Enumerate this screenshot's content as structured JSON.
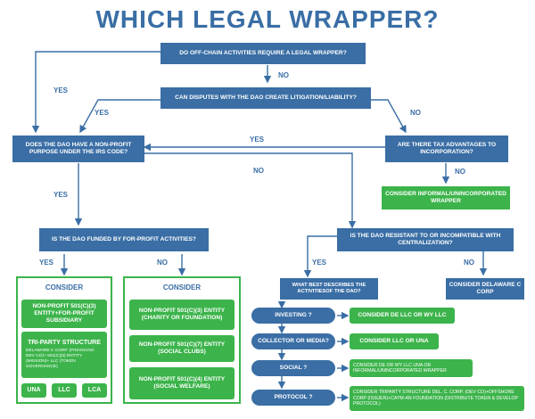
{
  "title": "WHICH LEGAL WRAPPER?",
  "colors": {
    "primary_blue": "#3a6ea5",
    "green": "#3cb44b",
    "title_blue": "#3a6ea5",
    "label_text": "#3a6ea5"
  },
  "nodes": {
    "q_offchain": "DO OFF-CHAIN ACTIVITIES REQUIRE A LEGAL WRAPPER?",
    "q_disputes": "CAN DISPUTES WITH THE DAO CREATE LITIGATION/LIABILITY?",
    "q_nonprofit": "DOES THE DAO HAVE A NON-PROFIT PURPOSE UNDER THE IRS CODE?",
    "q_tax": "ARE THERE TAX ADVANTAGES TO INCORPORATION?",
    "r_informal": "CONSIDER INFORMAL/UNINCORPORATED WRAPPER",
    "q_forprofit": "IS THE DAO FUNDED BY FOR-PROFIT ACTIVITIES?",
    "q_resistant": "IS THE DAO RESISTANT TO OR INCOMPATIBLE WITH CENTRALIZATION?",
    "q_activities": "WHAT BEST DESCRIBES THE ACTIVITIESOF THE DAO?",
    "r_delaware": "CONSIDER DELAWARE C CORP"
  },
  "edge_labels": {
    "no_offchain": "NO",
    "yes_offchain": "YES",
    "yes_disputes": "YES",
    "no_disputes": "NO",
    "yes_tax": "YES",
    "no_tax": "NO",
    "no_nonprofit": "NO",
    "yes_nonprofit": "YES",
    "yes_forprofit": "YES",
    "no_forprofit": "NO",
    "yes_resistant": "YES",
    "no_resistant": "NO"
  },
  "left_panel": {
    "heading": "CONSIDER",
    "subsidiary": "NON-PROFIT 501(C)(3) ENTITY+FOR-PROFIT SUBSIDIARY",
    "tri_title": "TRI-PARTY STRUCTURE",
    "tri_body": "DELAWARE C CORP. (FINANCING DEV CO)+ 501(C)(3) ENTITY (MISSION)+ LLC (TOKEN GOVERNANCE)",
    "options": [
      "UNA",
      "LLC",
      "LCA"
    ]
  },
  "mid_panel": {
    "heading": "CONSIDER",
    "items": [
      "NON-PROFIT 501(C)(3) ENTITY (CHARITY OR FOUNDATION)",
      "NON-PROFIT 501(C)(7) ENTITY (SOCIAL CLUBS)",
      "NON-PROFIT 501(C)(4) ENTITY (SOCIAL WELFARE)"
    ]
  },
  "activities": [
    {
      "label": "INVESTING ?",
      "result": "CONSIDER DE LLC OR WY LLC"
    },
    {
      "label": "COLLECTOR OR MEDIA?",
      "result": "CONSIDER LLC OR UNA"
    },
    {
      "label": "SOCIAL ?",
      "result": "CONSIDER DE OR WY LLC UNA OR INFORMAL/UNINCORPORATED WRAPPER"
    },
    {
      "label": "PROTOCOL ?",
      "result": "CONSIDER TRIPARTY STRUCTURE DEL. C. CORP. (DEV CO)+OFFSHORE CORP (ISSUER)+CAYM-AN FOUNDATION (DISTRIBUTE TOKEN & DEVELOP PROTOCOL)"
    }
  ]
}
